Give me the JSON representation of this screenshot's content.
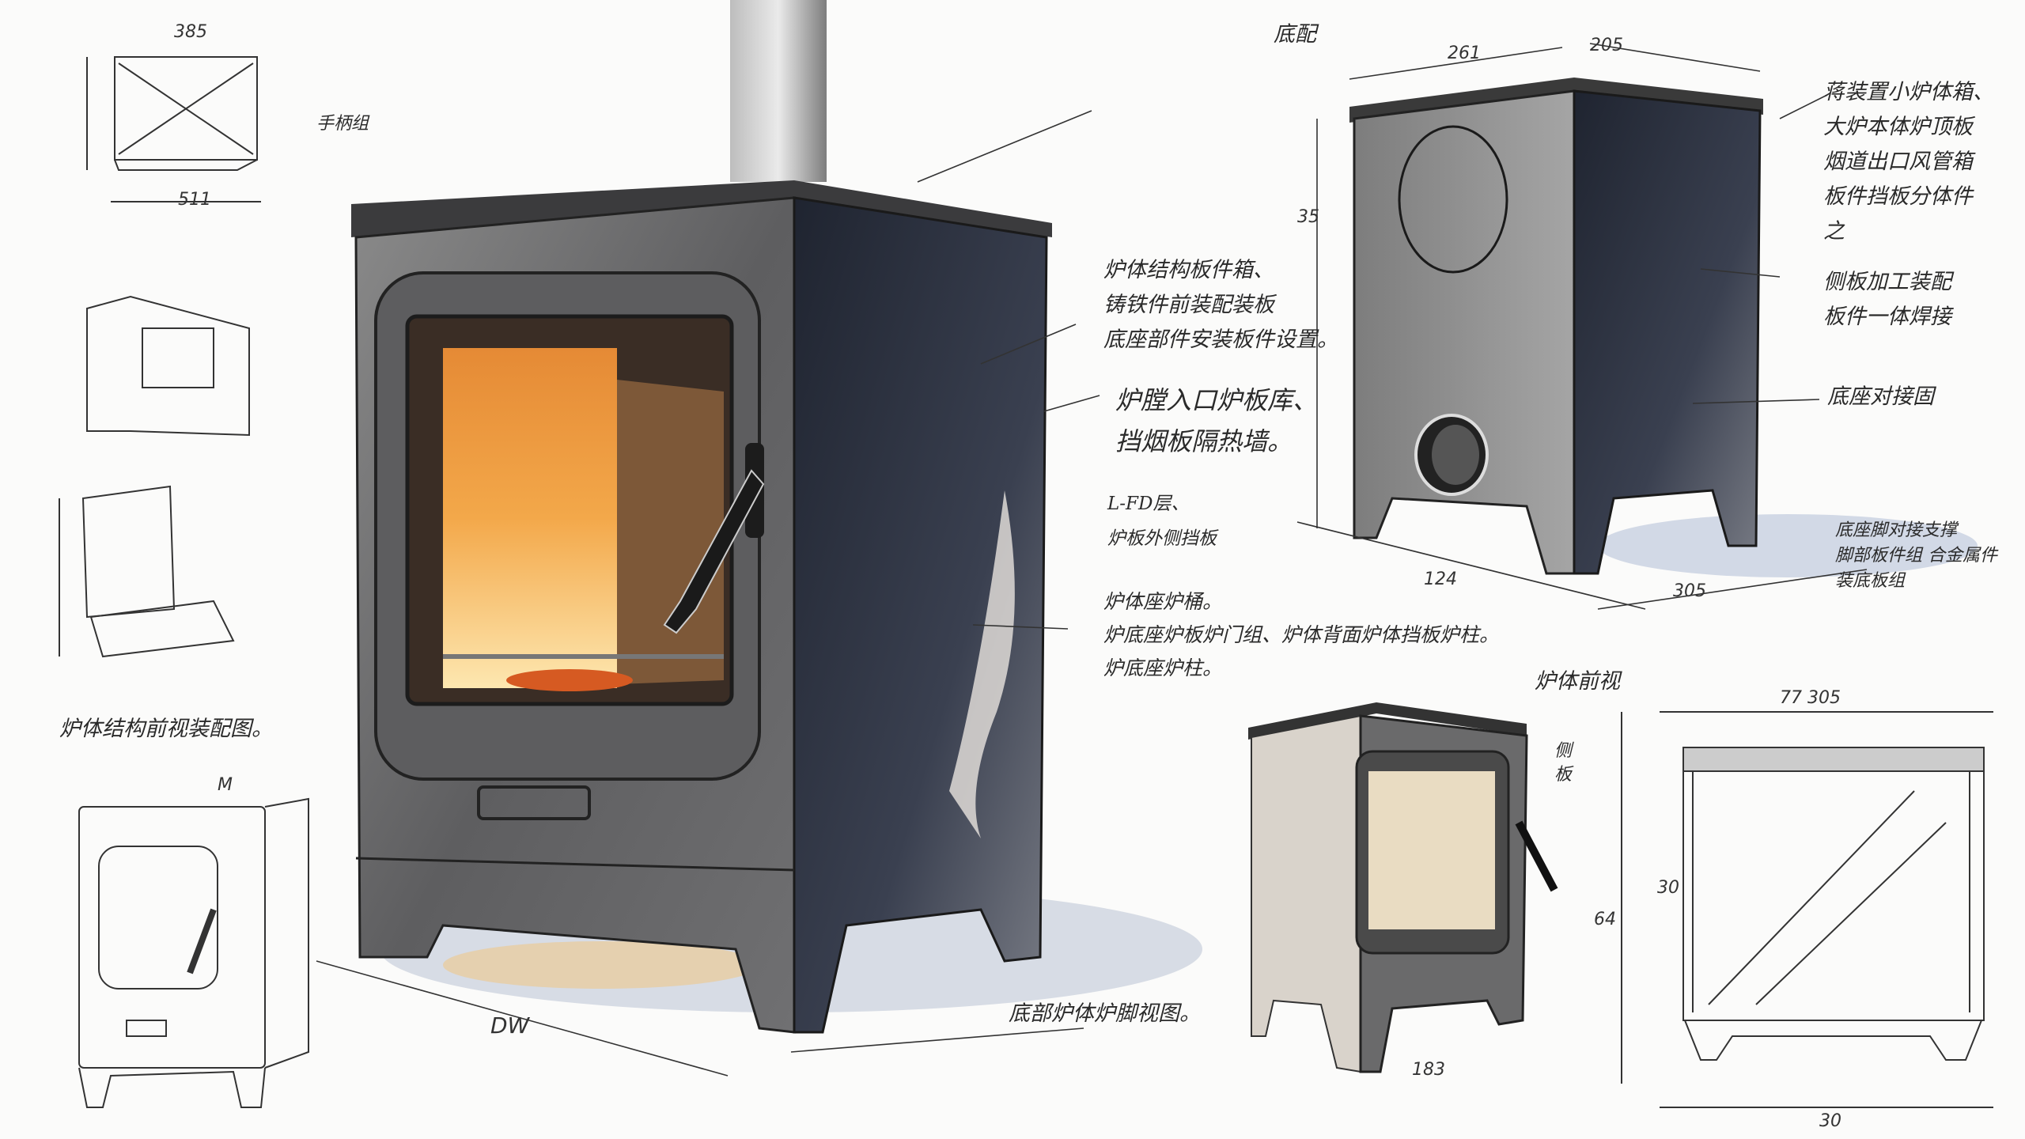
{
  "colors": {
    "paper": "#fbfbfa",
    "steel": "#6f6f70",
    "steel_dark": "#2c3240",
    "ink": "#222222",
    "fire": "#f2a341",
    "fire_light": "#fbe0a3",
    "shadow": "#9aa6bf"
  },
  "annotations": {
    "top_center_label": "底配",
    "top_left_label": "手柄组",
    "right_top": "蒋装置小炉体箱、\n大炉本体炉顶板\n烟道出口风管箱\n板件挡板分体件\n之",
    "right_mid": "侧板加工装配\n板件一体焊接",
    "right_low": "底座对接固",
    "right_foot": "底座脚对接支撑\n脚部板件组 合金属件\n装底板组",
    "center_1": "炉体结构板件箱、\n铸铁件前装配装板\n底座部件安装板件设置。",
    "center_2": "炉膛入口炉板库、\n挡烟板隔热墙。",
    "center_3": "L-FD层、\n炉板外侧挡板",
    "center_4": "炉体座炉桶。\n炉底座炉板炉门组、炉体背面炉体挡板炉柱。\n炉底座炉柱。",
    "left_caption": "炉体结构前视装配图。",
    "bottom_caption": "底部炉体炉脚视图。",
    "small_stove_label": "炉体前视",
    "small_stove_side": "侧\n板"
  },
  "dimensions": {
    "top_left_width": "385",
    "top_left_bottom": "511",
    "right_stove_width": "261",
    "right_stove_depth": "205",
    "right_stove_height": "35",
    "right_stove_base": "124",
    "right_stove_base_depth": "305",
    "main_base": "DW",
    "small_stove_base": "183",
    "left_bottom_top": "M",
    "box_top": "77  305",
    "box_height": "64",
    "box_inner": "30",
    "box_bottom": "30"
  }
}
